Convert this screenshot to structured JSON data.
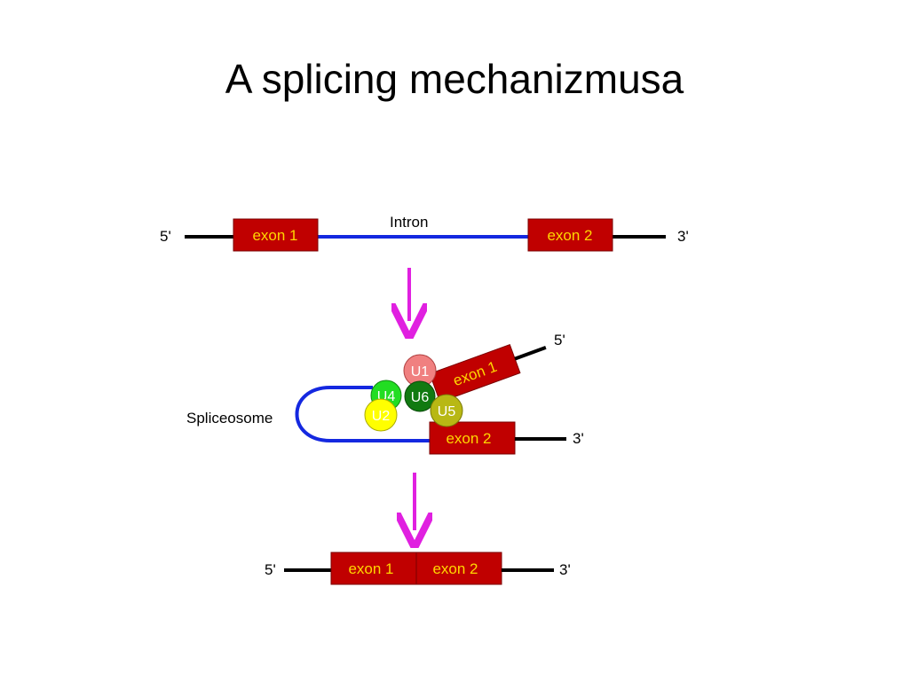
{
  "slide": {
    "title": "A splicing mechanizmusa"
  },
  "colors": {
    "exon_fill": "#C00000",
    "exon_text": "#FFD700",
    "intron": "#1428E0",
    "arrow": "#E020E0",
    "strand": "#000000",
    "u1": "#F08080",
    "u4": "#22DD22",
    "u6": "#117A11",
    "u2": "#FFFF00",
    "u5": "#B8B814"
  },
  "precursor": {
    "five_prime": "5'",
    "three_prime": "3'",
    "exon1": "exon 1",
    "exon2": "exon 2",
    "intron": "Intron"
  },
  "spliceosome": {
    "label": "Spliceosome",
    "exon1": "exon 1",
    "exon2": "exon 2",
    "five_prime": "5'",
    "three_prime": "3'",
    "snrnps": {
      "u1": "U1",
      "u4": "U4",
      "u6": "U6",
      "u2": "U2",
      "u5": "U5"
    }
  },
  "product": {
    "five_prime": "5'",
    "three_prime": "3'",
    "exon1": "exon 1",
    "exon2": "exon 2"
  }
}
